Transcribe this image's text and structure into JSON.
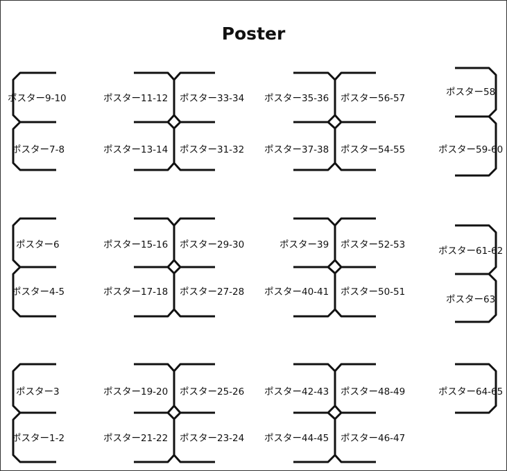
{
  "title": "Poster",
  "labels": {
    "p9_10": "ポスター9-10",
    "p7_8": "ポスター7-8",
    "p6": "ポスター6",
    "p4_5": "ポスター4-5",
    "p3": "ポスター3",
    "p1_2": "ポスター1-2",
    "p11_12": "ポスター11-12",
    "p13_14": "ポスター13-14",
    "p15_16": "ポスター15-16",
    "p17_18": "ポスター17-18",
    "p19_20": "ポスター19-20",
    "p21_22": "ポスター21-22",
    "p33_34": "ポスター33-34",
    "p31_32": "ポスター31-32",
    "p29_30": "ポスター29-30",
    "p27_28": "ポスター27-28",
    "p25_26": "ポスター25-26",
    "p23_24": "ポスター23-24",
    "p35_36": "ポスター35-36",
    "p37_38": "ポスター37-38",
    "p39": "ポスター39",
    "p40_41": "ポスター40-41",
    "p42_43": "ポスター42-43",
    "p44_45": "ポスター44-45",
    "p56_57": "ポスター56-57",
    "p54_55": "ポスター54-55",
    "p52_53": "ポスター52-53",
    "p50_51": "ポスター50-51",
    "p48_49": "ポスター48-49",
    "p46_47": "ポスター46-47",
    "p58": "ポスター58",
    "p59_60": "ポスター59-60",
    "p61_62": "ポスター61-62",
    "p63": "ポスター63",
    "p64_65": "ポスター64-65"
  }
}
